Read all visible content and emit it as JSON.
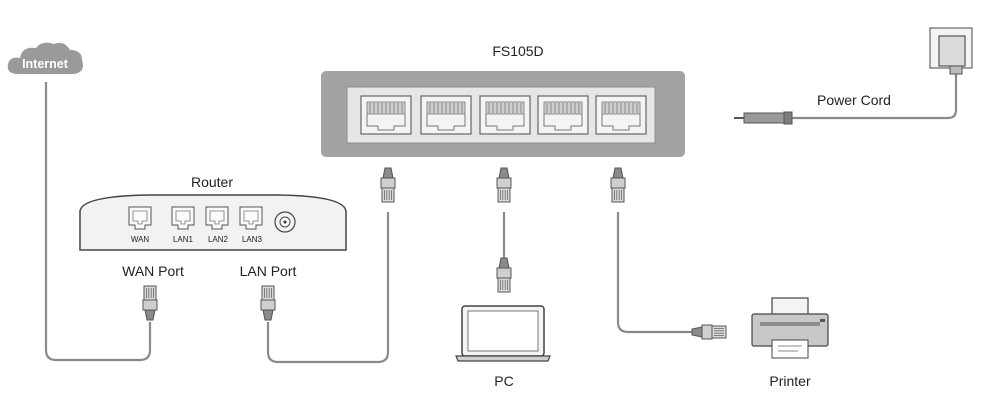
{
  "switch": {
    "name": "FS105D",
    "port_count": 5
  },
  "internet": {
    "label": "Internet"
  },
  "router": {
    "label": "Router",
    "ports": [
      "WAN",
      "LAN1",
      "LAN2",
      "LAN3"
    ],
    "wan_port_label": "WAN Port",
    "lan_port_label": "LAN Port"
  },
  "power": {
    "label": "Power Cord"
  },
  "devices": {
    "pc_label": "PC",
    "printer_label": "Printer"
  },
  "colors": {
    "switch_body": "#a3a3a3",
    "switch_panel": "#e6e6e6",
    "cable": "#8a8a8a",
    "connector": "#d6d6d6",
    "cloud": "#9a9a9a",
    "router_body": "#f2f2f2"
  }
}
